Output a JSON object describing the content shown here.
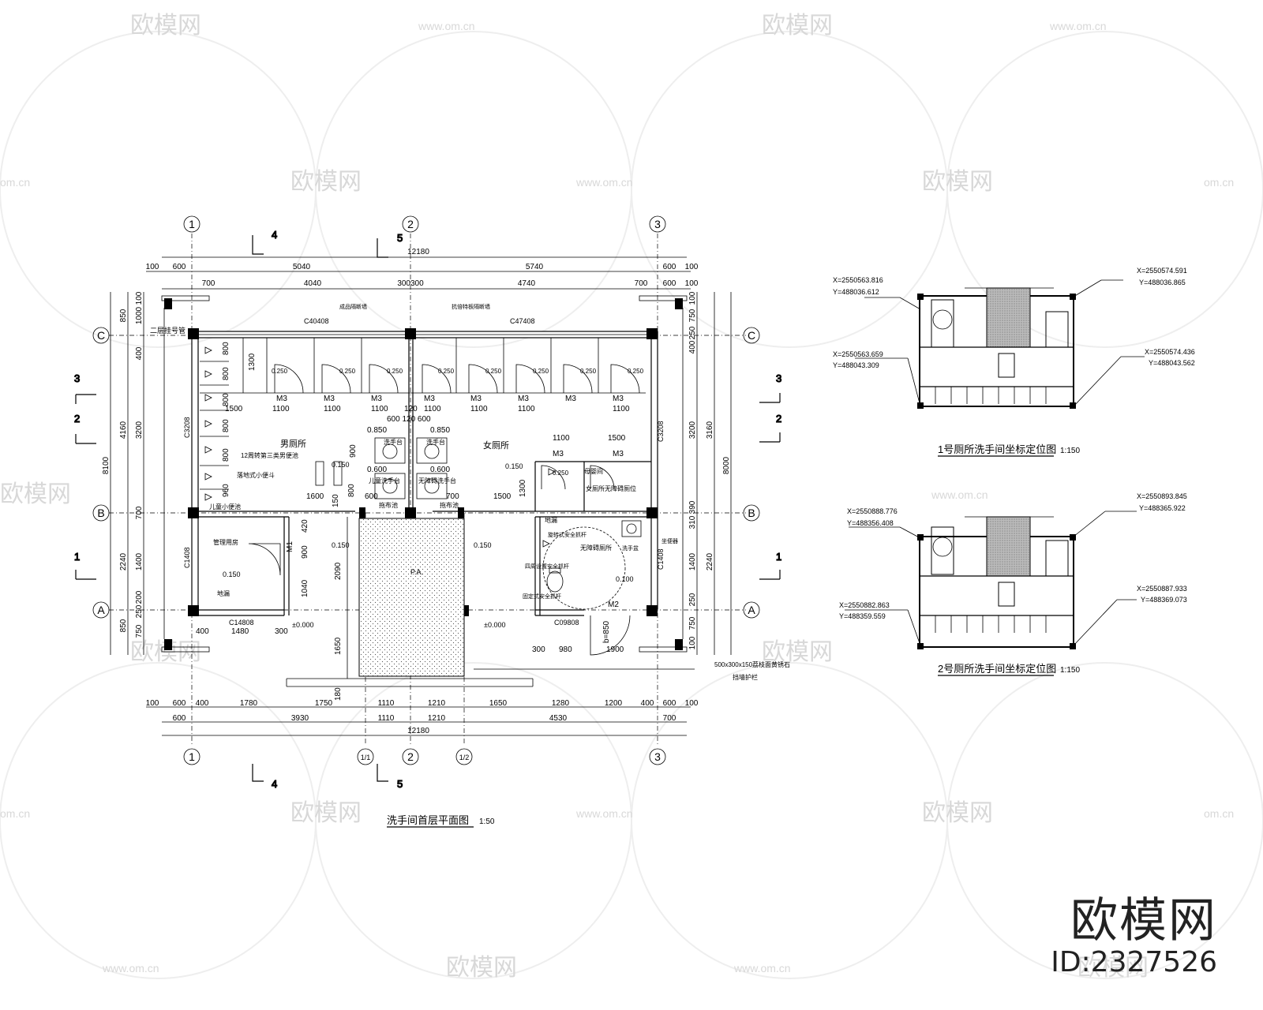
{
  "watermark": {
    "brand": "欧模网",
    "url": "www.om.cn",
    "short_url": "om.cn"
  },
  "brand_mark": {
    "logo": "欧模网",
    "id": "ID:2327526"
  },
  "main_plan": {
    "title": "洗手间首层平面图",
    "scale": "1:50",
    "axes": {
      "col1": "1",
      "col2": "2",
      "col3": "3",
      "sub1": "1/1",
      "sub2": "1/2",
      "rowA": "A",
      "rowB": "B",
      "rowC": "C"
    },
    "section_marks": {
      "s1": "1",
      "s2": "2",
      "s3": "3",
      "s4": "4",
      "s5": "5"
    },
    "top_dims_row1": [
      "100",
      "600",
      "5040",
      "5740",
      "600",
      "100"
    ],
    "top_dims_row2": [
      "700",
      "4040",
      "300300",
      "4740",
      "700",
      "600",
      "100"
    ],
    "overall": "12180",
    "bottom_dims_row1": [
      "100",
      "600",
      "400",
      "1780",
      "1750",
      "1110",
      "1210",
      "1650",
      "1280",
      "1200",
      "400",
      "600",
      "100"
    ],
    "bottom_dims_row2": [
      "600",
      "3930",
      "1110",
      "1210",
      "4530",
      "700"
    ],
    "left_dims": [
      "850",
      "4160",
      "2240",
      "850",
      "8100",
      "100",
      "1000",
      "400",
      "3200",
      "700",
      "1400",
      "200",
      "250",
      "750"
    ],
    "right_dims": [
      "100",
      "750",
      "250",
      "400",
      "3200",
      "3160",
      "8000",
      "390",
      "310",
      "1400",
      "2240",
      "250",
      "750",
      "100"
    ],
    "windows": {
      "c1": "C40408",
      "c2": "C47408",
      "c3": "C3208",
      "c4": "C3208",
      "c5": "C1408",
      "c6": "C1408",
      "c7": "C14808",
      "c8": "C09808"
    },
    "doors": {
      "m3": "M3",
      "m1": "M1",
      "m2": "M2"
    },
    "stall_elev": "0.250",
    "stall_widths": [
      "1100",
      "1100",
      "1100",
      "1100",
      "1100",
      "1100",
      "1100"
    ],
    "inner_dims": [
      "800",
      "800",
      "800",
      "800",
      "800",
      "960",
      "1300",
      "1500",
      "120",
      "600 120 600",
      "0.850",
      "900",
      "0.600",
      "1600",
      "150",
      "600",
      "700",
      "1500",
      "1300",
      "1100",
      "1500",
      "420",
      "900",
      "1040",
      "2090",
      "1650",
      "180",
      "300",
      "980",
      "1900",
      "400",
      "1480",
      "300",
      "b=850"
    ],
    "rooms": {
      "men": "男厕所",
      "women": "女厕所",
      "storage": "管理用房",
      "accessible": "无障碍厕所",
      "plaza": "P.A.",
      "mens_urinal": "12周转第三类男便池",
      "wall_urinal": "落地式小便斗",
      "child_urinal": "儿童小便池",
      "sink1": "洗手台",
      "sink2": "洗手台",
      "sink3": "洗手台",
      "child_sink": "儿童洗手台",
      "child_sink2": "无障碍洗手台",
      "mop": "拖布池",
      "mop2": "拖布池",
      "floor_drain": "地漏",
      "side_note": "二层挂号管",
      "elev_ref": "四周设置安全抓杆",
      "women_stall_note": "母婴间",
      "accessible_note": "女厕所无障碍厕位",
      "grab_bar": "旋转式安全抓杆",
      "fixed_bar": "固定式安全抓杆",
      "sink_w": "洗手盆",
      "sit_sink": "坐便器",
      "top_note1": "成品隔断墙",
      "top_note2": "抗倍特板隔断墙"
    },
    "levels": {
      "e150": "0.150",
      "e000": "±0.000",
      "e100": "0.100"
    },
    "notes": {
      "paving": "500x300x150荔枝面黄锈石",
      "steps": "挡墙护栏"
    }
  },
  "plan1": {
    "title": "1号厕所洗手间坐标定位图",
    "scale": "1:150",
    "tl": {
      "x": "X=2550563.816",
      "y": "Y=488036.612"
    },
    "tr": {
      "x": "X=2550574.591",
      "y": "Y=488036.865"
    },
    "bl": {
      "x": "X=2550563.659",
      "y": "Y=488043.309"
    },
    "br": {
      "x": "X=2550574.436",
      "y": "Y=488043.562"
    }
  },
  "plan2": {
    "title": "2号厕所洗手间坐标定位图",
    "scale": "1:150",
    "tl": {
      "x": "X=2550888.776",
      "y": "Y=488356.408"
    },
    "tr": {
      "x": "X=2550893.845",
      "y": "Y=488365.922"
    },
    "bl": {
      "x": "X=2550882.863",
      "y": "Y=488359.559"
    },
    "br": {
      "x": "X=2550887.933",
      "y": "Y=488369.073"
    }
  }
}
